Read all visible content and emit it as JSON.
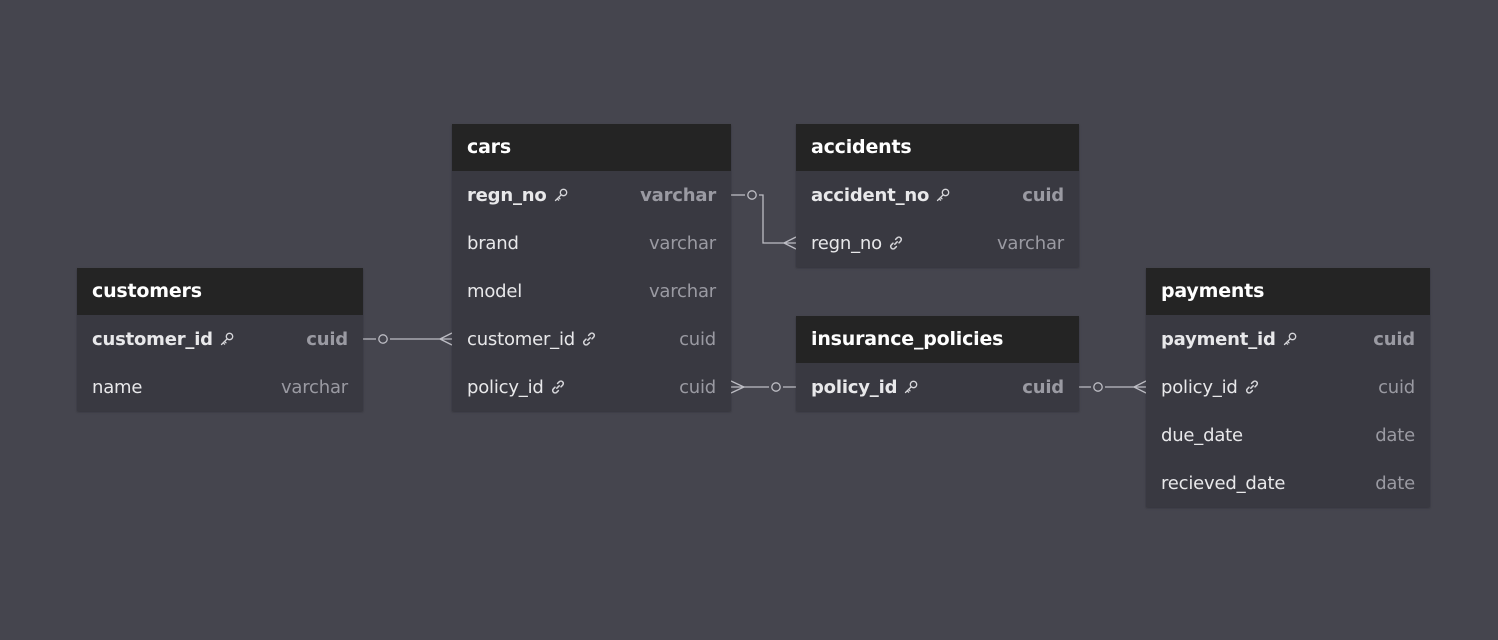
{
  "colors": {
    "background": "#45454e",
    "entity_body": "#393941",
    "entity_header": "#242424",
    "text": "#e8e8ea",
    "type_text": "#9a9aa2",
    "connector": "#bdbdc4"
  },
  "entities": {
    "customers": {
      "title": "customers",
      "fields": [
        {
          "name": "customer_id",
          "type": "cuid",
          "pk": true,
          "icon": "key-icon"
        },
        {
          "name": "name",
          "type": "varchar",
          "pk": false,
          "icon": ""
        }
      ]
    },
    "cars": {
      "title": "cars",
      "fields": [
        {
          "name": "regn_no",
          "type": "varchar",
          "pk": true,
          "icon": "key-icon"
        },
        {
          "name": "brand",
          "type": "varchar",
          "pk": false,
          "icon": ""
        },
        {
          "name": "model",
          "type": "varchar",
          "pk": false,
          "icon": ""
        },
        {
          "name": "customer_id",
          "type": "cuid",
          "pk": false,
          "icon": "link-icon"
        },
        {
          "name": "policy_id",
          "type": "cuid",
          "pk": false,
          "icon": "link-icon"
        }
      ]
    },
    "accidents": {
      "title": "accidents",
      "fields": [
        {
          "name": "accident_no",
          "type": "cuid",
          "pk": true,
          "icon": "key-icon"
        },
        {
          "name": "regn_no",
          "type": "varchar",
          "pk": false,
          "icon": "link-icon"
        }
      ]
    },
    "insurance_policies": {
      "title": "insurance_policies",
      "fields": [
        {
          "name": "policy_id",
          "type": "cuid",
          "pk": true,
          "icon": "key-icon"
        }
      ]
    },
    "payments": {
      "title": "payments",
      "fields": [
        {
          "name": "payment_id",
          "type": "cuid",
          "pk": true,
          "icon": "key-icon"
        },
        {
          "name": "policy_id",
          "type": "cuid",
          "pk": false,
          "icon": "link-icon"
        },
        {
          "name": "due_date",
          "type": "date",
          "pk": false,
          "icon": ""
        },
        {
          "name": "recieved_date",
          "type": "date",
          "pk": false,
          "icon": ""
        }
      ]
    }
  },
  "relationships": [
    {
      "from": "cars.regn_no",
      "to": "accidents.regn_no",
      "cardinality": "one-to-many"
    },
    {
      "from": "customers.customer_id",
      "to": "cars.customer_id",
      "cardinality": "one-to-many"
    },
    {
      "from": "insurance_policies.policy_id",
      "to": "cars.policy_id",
      "cardinality": "one-to-many"
    },
    {
      "from": "insurance_policies.policy_id",
      "to": "payments.policy_id",
      "cardinality": "one-to-many"
    }
  ]
}
